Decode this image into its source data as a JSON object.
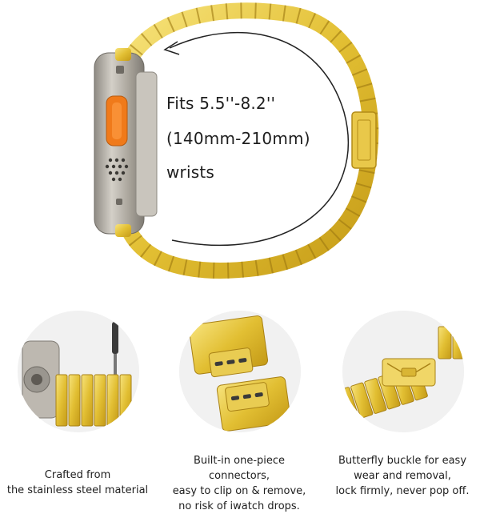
{
  "hero": {
    "fit_line_1": "Fits 5.5''-8.2''",
    "fit_line_2": "(140mm-210mm)",
    "fit_line_3": "wrists"
  },
  "features": [
    {
      "caption_line_1": "Crafted from",
      "caption_line_2": "the stainless steel material",
      "icon": "watch-band-closeup"
    },
    {
      "caption_line_1": "Built-in one-piece connectors,",
      "caption_line_2": "easy to clip on & remove,",
      "caption_line_3": "no risk of iwatch drops.",
      "icon": "connector-closeup"
    },
    {
      "caption_line_1": "Butterfly buckle for easy",
      "caption_line_2": "wear and removal,",
      "caption_line_3": "lock firmly, never pop off.",
      "icon": "buckle-closeup"
    }
  ],
  "colors": {
    "gold": "#e3c23a",
    "gold_dark": "#b8921a",
    "gold_light": "#f5e27a",
    "titanium": "#b9b4ab",
    "orange_button": "#f07a1a"
  }
}
